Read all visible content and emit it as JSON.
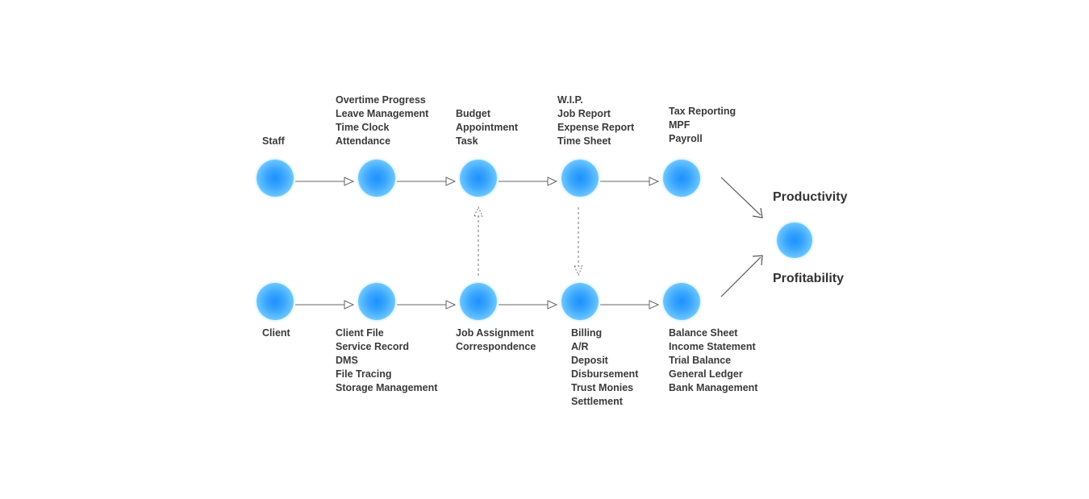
{
  "top_row": {
    "start_label": "Staff",
    "stage1": [
      "Overtime Progress",
      "Leave Management",
      "Time Clock",
      "Attendance"
    ],
    "stage2": [
      "Budget",
      "Appointment",
      "Task"
    ],
    "stage3": [
      "W.I.P.",
      "Job Report",
      "Expense Report",
      "Time Sheet"
    ],
    "stage4": [
      "Tax Reporting",
      "MPF",
      "Payroll"
    ]
  },
  "bottom_row": {
    "start_label": "Client",
    "stage1": [
      "Client File",
      "Service Record",
      "DMS",
      "File Tracing",
      "Storage Management"
    ],
    "stage2": [
      "Job Assignment",
      "Correspondence"
    ],
    "stage3": [
      "Billing",
      "A/R",
      "Deposit",
      "Disbursement",
      "Trust Monies",
      "Settlement"
    ],
    "stage4": [
      "Balance Sheet",
      "Income Statement",
      "Trial Balance",
      "General Ledger",
      "Bank Management"
    ]
  },
  "outcome": {
    "top_label": "Productivity",
    "bottom_label": "Profitability"
  },
  "colors": {
    "node": "#3aa6ff",
    "arrow": "#555555",
    "text": "#3a3a3a"
  }
}
